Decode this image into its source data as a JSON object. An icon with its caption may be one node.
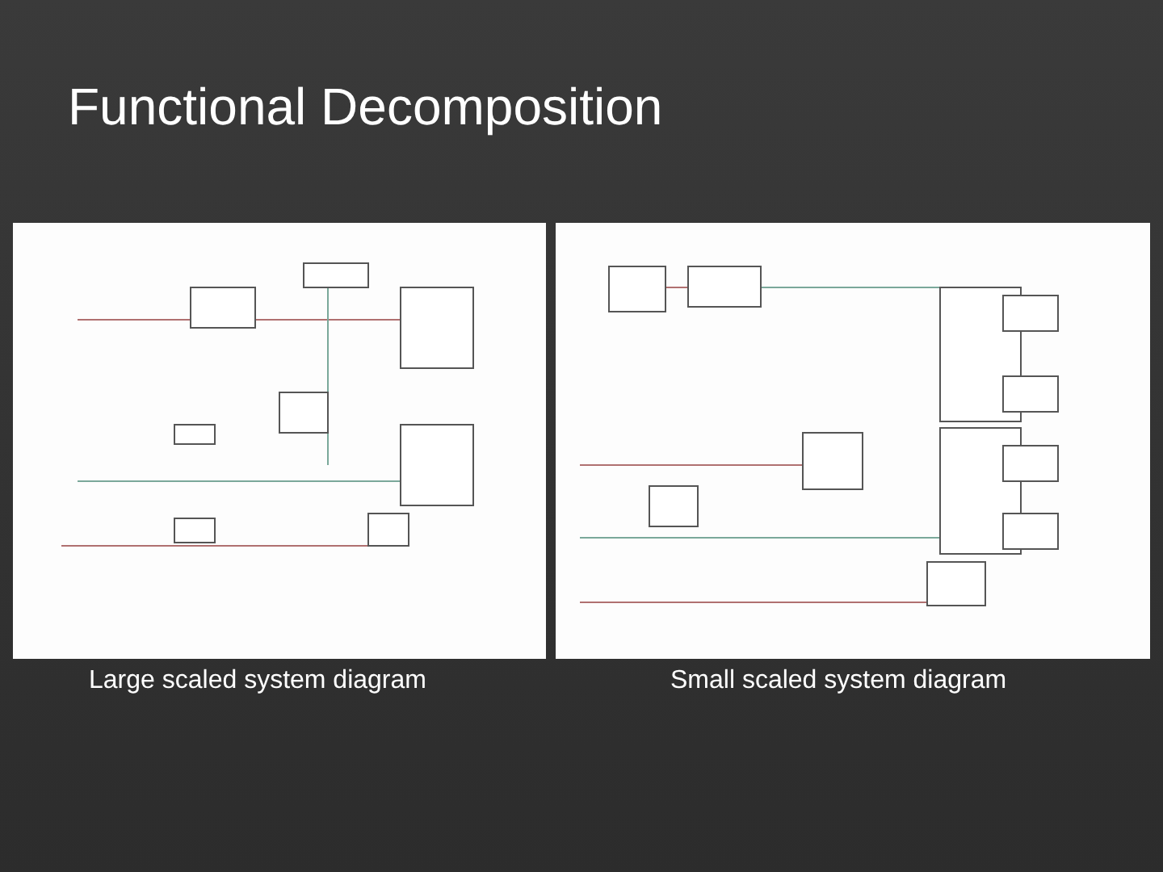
{
  "diagram": {
    "title": "Functional Decomposition",
    "labels": [
      "Large scaled system diagram",
      "Small scaled system diagram"
    ]
  }
}
